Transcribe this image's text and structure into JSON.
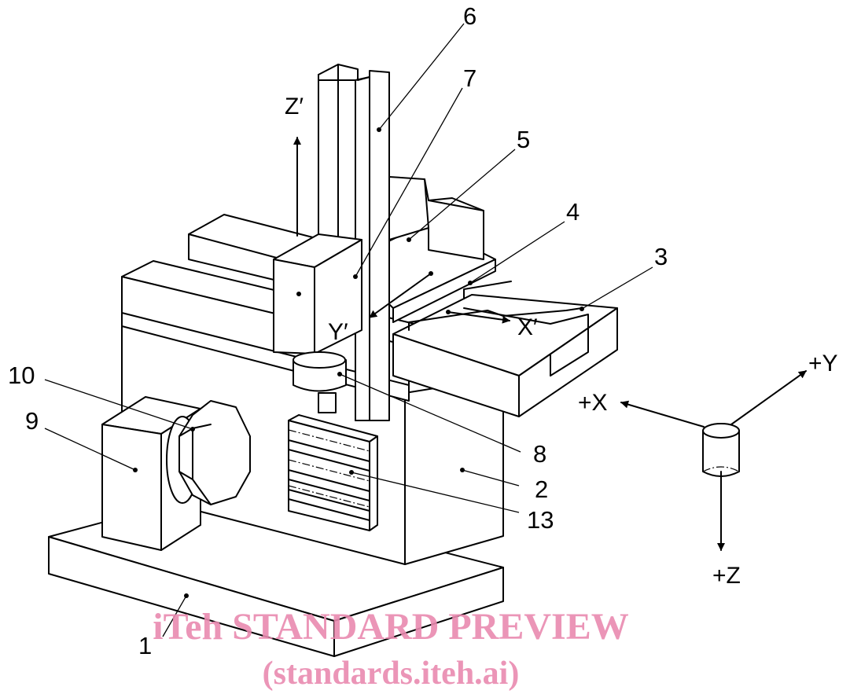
{
  "callouts": {
    "n1": "1",
    "n2": "2",
    "n3": "3",
    "n4": "4",
    "n5": "5",
    "n6": "6",
    "n7": "7",
    "n8": "8",
    "n9": "9",
    "n10": "10",
    "n13": "13"
  },
  "machine_axes": {
    "z_prime": "Z′",
    "y_prime": "Y′",
    "x_prime": "X′"
  },
  "workpiece_axes": {
    "plus_x": "+X",
    "plus_y": "+Y",
    "plus_z": "+Z"
  },
  "watermark": {
    "line1": "iTeh STANDARD PREVIEW",
    "line2": "(standards.iteh.ai)"
  },
  "colors": {
    "line": "#000000",
    "watermark": "#e98ab0"
  }
}
